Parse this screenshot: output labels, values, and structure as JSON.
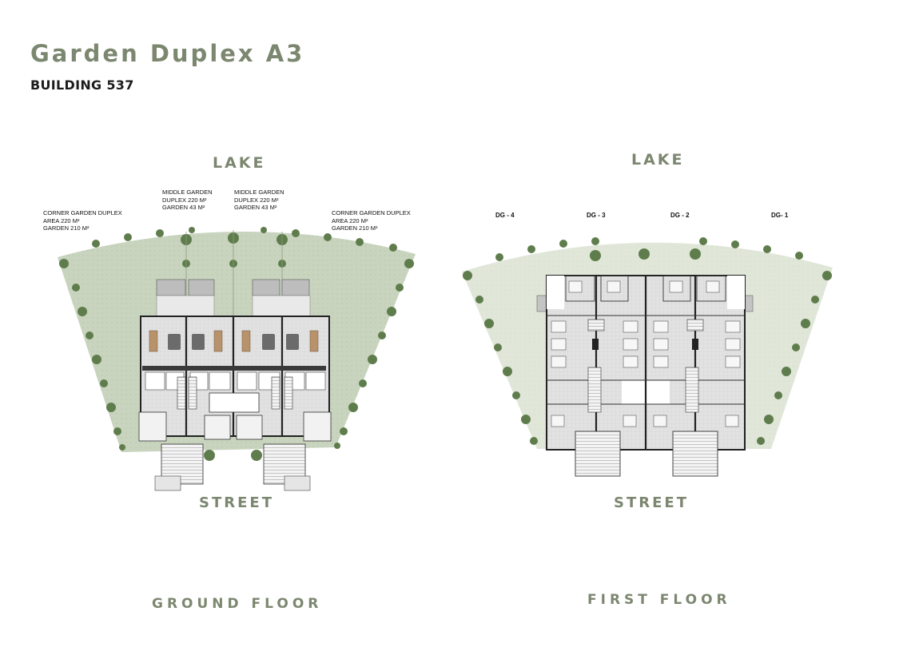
{
  "header": {
    "title": "Garden Duplex A3",
    "building": "BUILDING 537"
  },
  "ground_floor": {
    "top_label": "LAKE",
    "bottom_label": "STREET",
    "caption": "GROUND FLOOR",
    "units": [
      {
        "lines": [
          "CORNER GARDEN DUPLEX",
          "AREA 220 M²",
          "GARDEN 210 M²"
        ]
      },
      {
        "lines": [
          "MIDDLE GARDEN",
          "DUPLEX 220 M²",
          "GARDEN 43 M²"
        ]
      },
      {
        "lines": [
          "MIDDLE GARDEN",
          "DUPLEX 220 M²",
          "GARDEN 43 M²"
        ]
      },
      {
        "lines": [
          "CORNER GARDEN DUPLEX",
          "AREA 220 M²",
          "GARDEN 210 M²"
        ]
      }
    ]
  },
  "first_floor": {
    "top_label": "LAKE",
    "bottom_label": "STREET",
    "caption": "FIRST FLOOR",
    "unit_tags": [
      "DG - 4",
      "DG - 3",
      "DG - 2",
      "DG- 1"
    ]
  },
  "colors": {
    "accent": "#7c8770",
    "lawn": "#c7d2bd",
    "lawn_light": "#dfe6d8",
    "tree": "#5b7a4a",
    "wall": "#2a2a2a",
    "floor": "#dcdcdc"
  }
}
